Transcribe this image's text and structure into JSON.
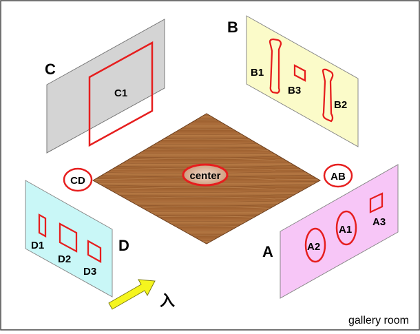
{
  "caption": "gallery room",
  "entrance_label": "入",
  "colors": {
    "wall_a": "#f7c6f7",
    "wall_b": "#fbfbc9",
    "wall_c": "#d4d4d4",
    "wall_d": "#c9f7f7",
    "highlight": "#e61e1e",
    "arrow": "#f5f51e",
    "floor": "#a86a3a"
  },
  "floor": {
    "label": "center"
  },
  "corners": {
    "cd": "CD",
    "ab": "AB"
  },
  "walls": {
    "a": {
      "label": "A",
      "items": [
        "A1",
        "A2",
        "A3"
      ]
    },
    "b": {
      "label": "B",
      "items": [
        "B1",
        "B2",
        "B3"
      ]
    },
    "c": {
      "label": "C",
      "items": [
        "C1"
      ]
    },
    "d": {
      "label": "D",
      "items": [
        "D1",
        "D2",
        "D3"
      ]
    }
  }
}
